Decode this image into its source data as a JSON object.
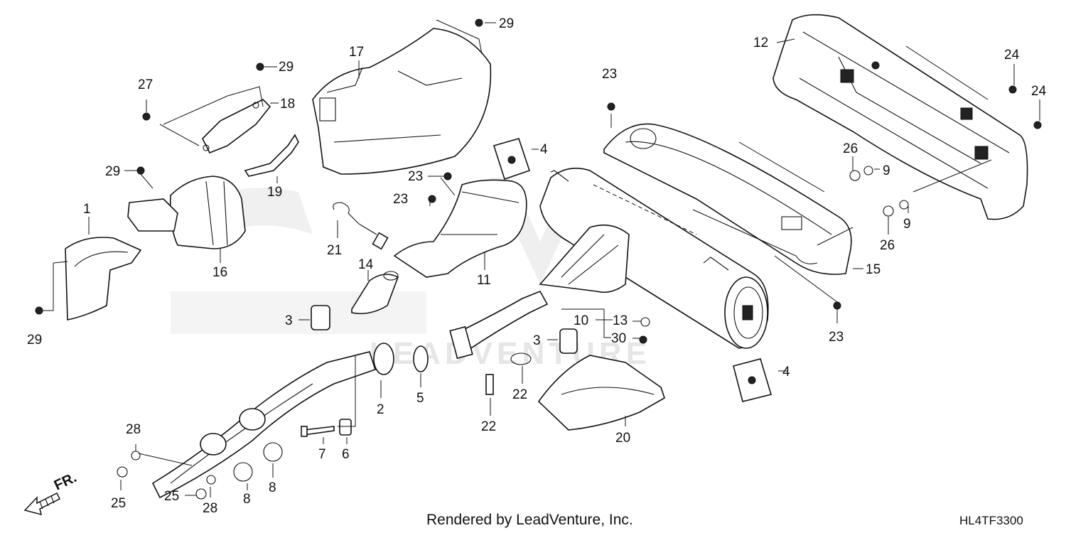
{
  "diagram": {
    "diagram_code": "HL4TF3300",
    "footer": "Rendered by LeadVenture, Inc.",
    "direction_label": "FR.",
    "watermark": "LEADVENTURE",
    "callouts": [
      {
        "id": "c1",
        "label": "1"
      },
      {
        "id": "c2",
        "label": "2"
      },
      {
        "id": "c3a",
        "label": "3"
      },
      {
        "id": "c3b",
        "label": "3"
      },
      {
        "id": "c4a",
        "label": "4"
      },
      {
        "id": "c4b",
        "label": "4"
      },
      {
        "id": "c5",
        "label": "5"
      },
      {
        "id": "c6",
        "label": "6"
      },
      {
        "id": "c7",
        "label": "7"
      },
      {
        "id": "c8a",
        "label": "8"
      },
      {
        "id": "c8b",
        "label": "8"
      },
      {
        "id": "c9a",
        "label": "9"
      },
      {
        "id": "c9b",
        "label": "9"
      },
      {
        "id": "c10",
        "label": "10"
      },
      {
        "id": "c11",
        "label": "11"
      },
      {
        "id": "c12",
        "label": "12"
      },
      {
        "id": "c13",
        "label": "13"
      },
      {
        "id": "c14",
        "label": "14"
      },
      {
        "id": "c15",
        "label": "15"
      },
      {
        "id": "c16",
        "label": "16"
      },
      {
        "id": "c17",
        "label": "17"
      },
      {
        "id": "c18",
        "label": "18"
      },
      {
        "id": "c19",
        "label": "19"
      },
      {
        "id": "c20",
        "label": "20"
      },
      {
        "id": "c21",
        "label": "21"
      },
      {
        "id": "c22a",
        "label": "22"
      },
      {
        "id": "c22b",
        "label": "22"
      },
      {
        "id": "c23a",
        "label": "23"
      },
      {
        "id": "c23b",
        "label": "23"
      },
      {
        "id": "c23c",
        "label": "23"
      },
      {
        "id": "c23d",
        "label": "23"
      },
      {
        "id": "c24a",
        "label": "24"
      },
      {
        "id": "c24b",
        "label": "24"
      },
      {
        "id": "c25a",
        "label": "25"
      },
      {
        "id": "c25b",
        "label": "25"
      },
      {
        "id": "c26a",
        "label": "26"
      },
      {
        "id": "c26b",
        "label": "26"
      },
      {
        "id": "c27",
        "label": "27"
      },
      {
        "id": "c28a",
        "label": "28"
      },
      {
        "id": "c28b",
        "label": "28"
      },
      {
        "id": "c29a",
        "label": "29"
      },
      {
        "id": "c29b",
        "label": "29"
      },
      {
        "id": "c29c",
        "label": "29"
      },
      {
        "id": "c29d",
        "label": "29"
      },
      {
        "id": "c30",
        "label": "30"
      }
    ]
  }
}
